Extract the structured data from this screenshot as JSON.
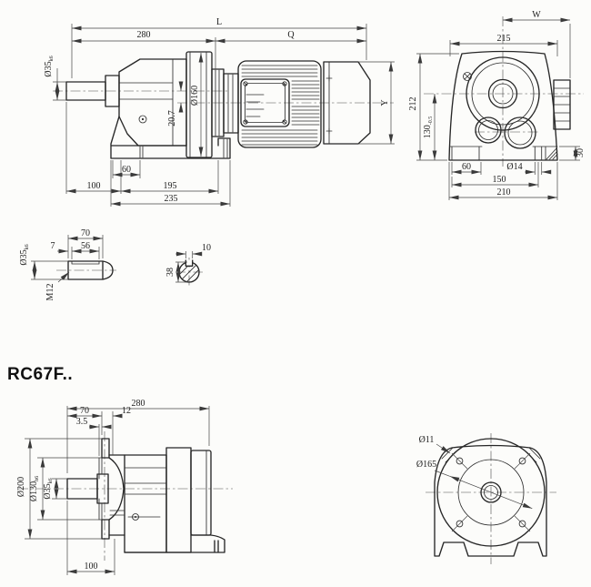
{
  "colors": {
    "paper": "#fcfcfa",
    "line": "#272727",
    "dim": "#454545"
  },
  "model_label": "RC67F..",
  "side_view": {
    "overall_length": "L",
    "gearunit_length": "280",
    "motor_length": "Q",
    "shaft_dia": "Ø35",
    "shaft_dia_tol": "k6",
    "flange_dia": "Ø160",
    "axis_offset": "20.7",
    "foot_hole_offset": "60",
    "shaft_proj": "100",
    "foot_length": "195",
    "base_length": "235",
    "motor_dia": "Y"
  },
  "rear_view": {
    "motor_center_width": "W",
    "housing_width": "215",
    "housing_height": "212",
    "shaft_height": "130",
    "shaft_height_tol": "-0.5",
    "foot_hole_offset": "60",
    "foot_hole_dia": "Ø14",
    "foot_hole_span": "150",
    "base_width": "210",
    "foot_height": "30"
  },
  "shaft_detail": {
    "length": "70",
    "key_offset": "7",
    "key_length": "56",
    "dia": "Ø35",
    "dia_tol": "k6",
    "thread": "M12"
  },
  "key_section": {
    "key_width": "10",
    "dia": "38"
  },
  "flange_side_view": {
    "overall_length": "280",
    "shaft_length": "70",
    "flange_thickness": "12",
    "spigot_depth": "3.5",
    "flange_dia": "Ø200",
    "spigot_dia": "Ø130",
    "spigot_dia_tol": "h6",
    "shaft_dia": "Ø35",
    "shaft_dia_tol": "k6",
    "foot_offset": "100"
  },
  "flange_front_view": {
    "bolt_hole_dia": "Ø11",
    "bolt_circle_dia": "Ø165"
  }
}
